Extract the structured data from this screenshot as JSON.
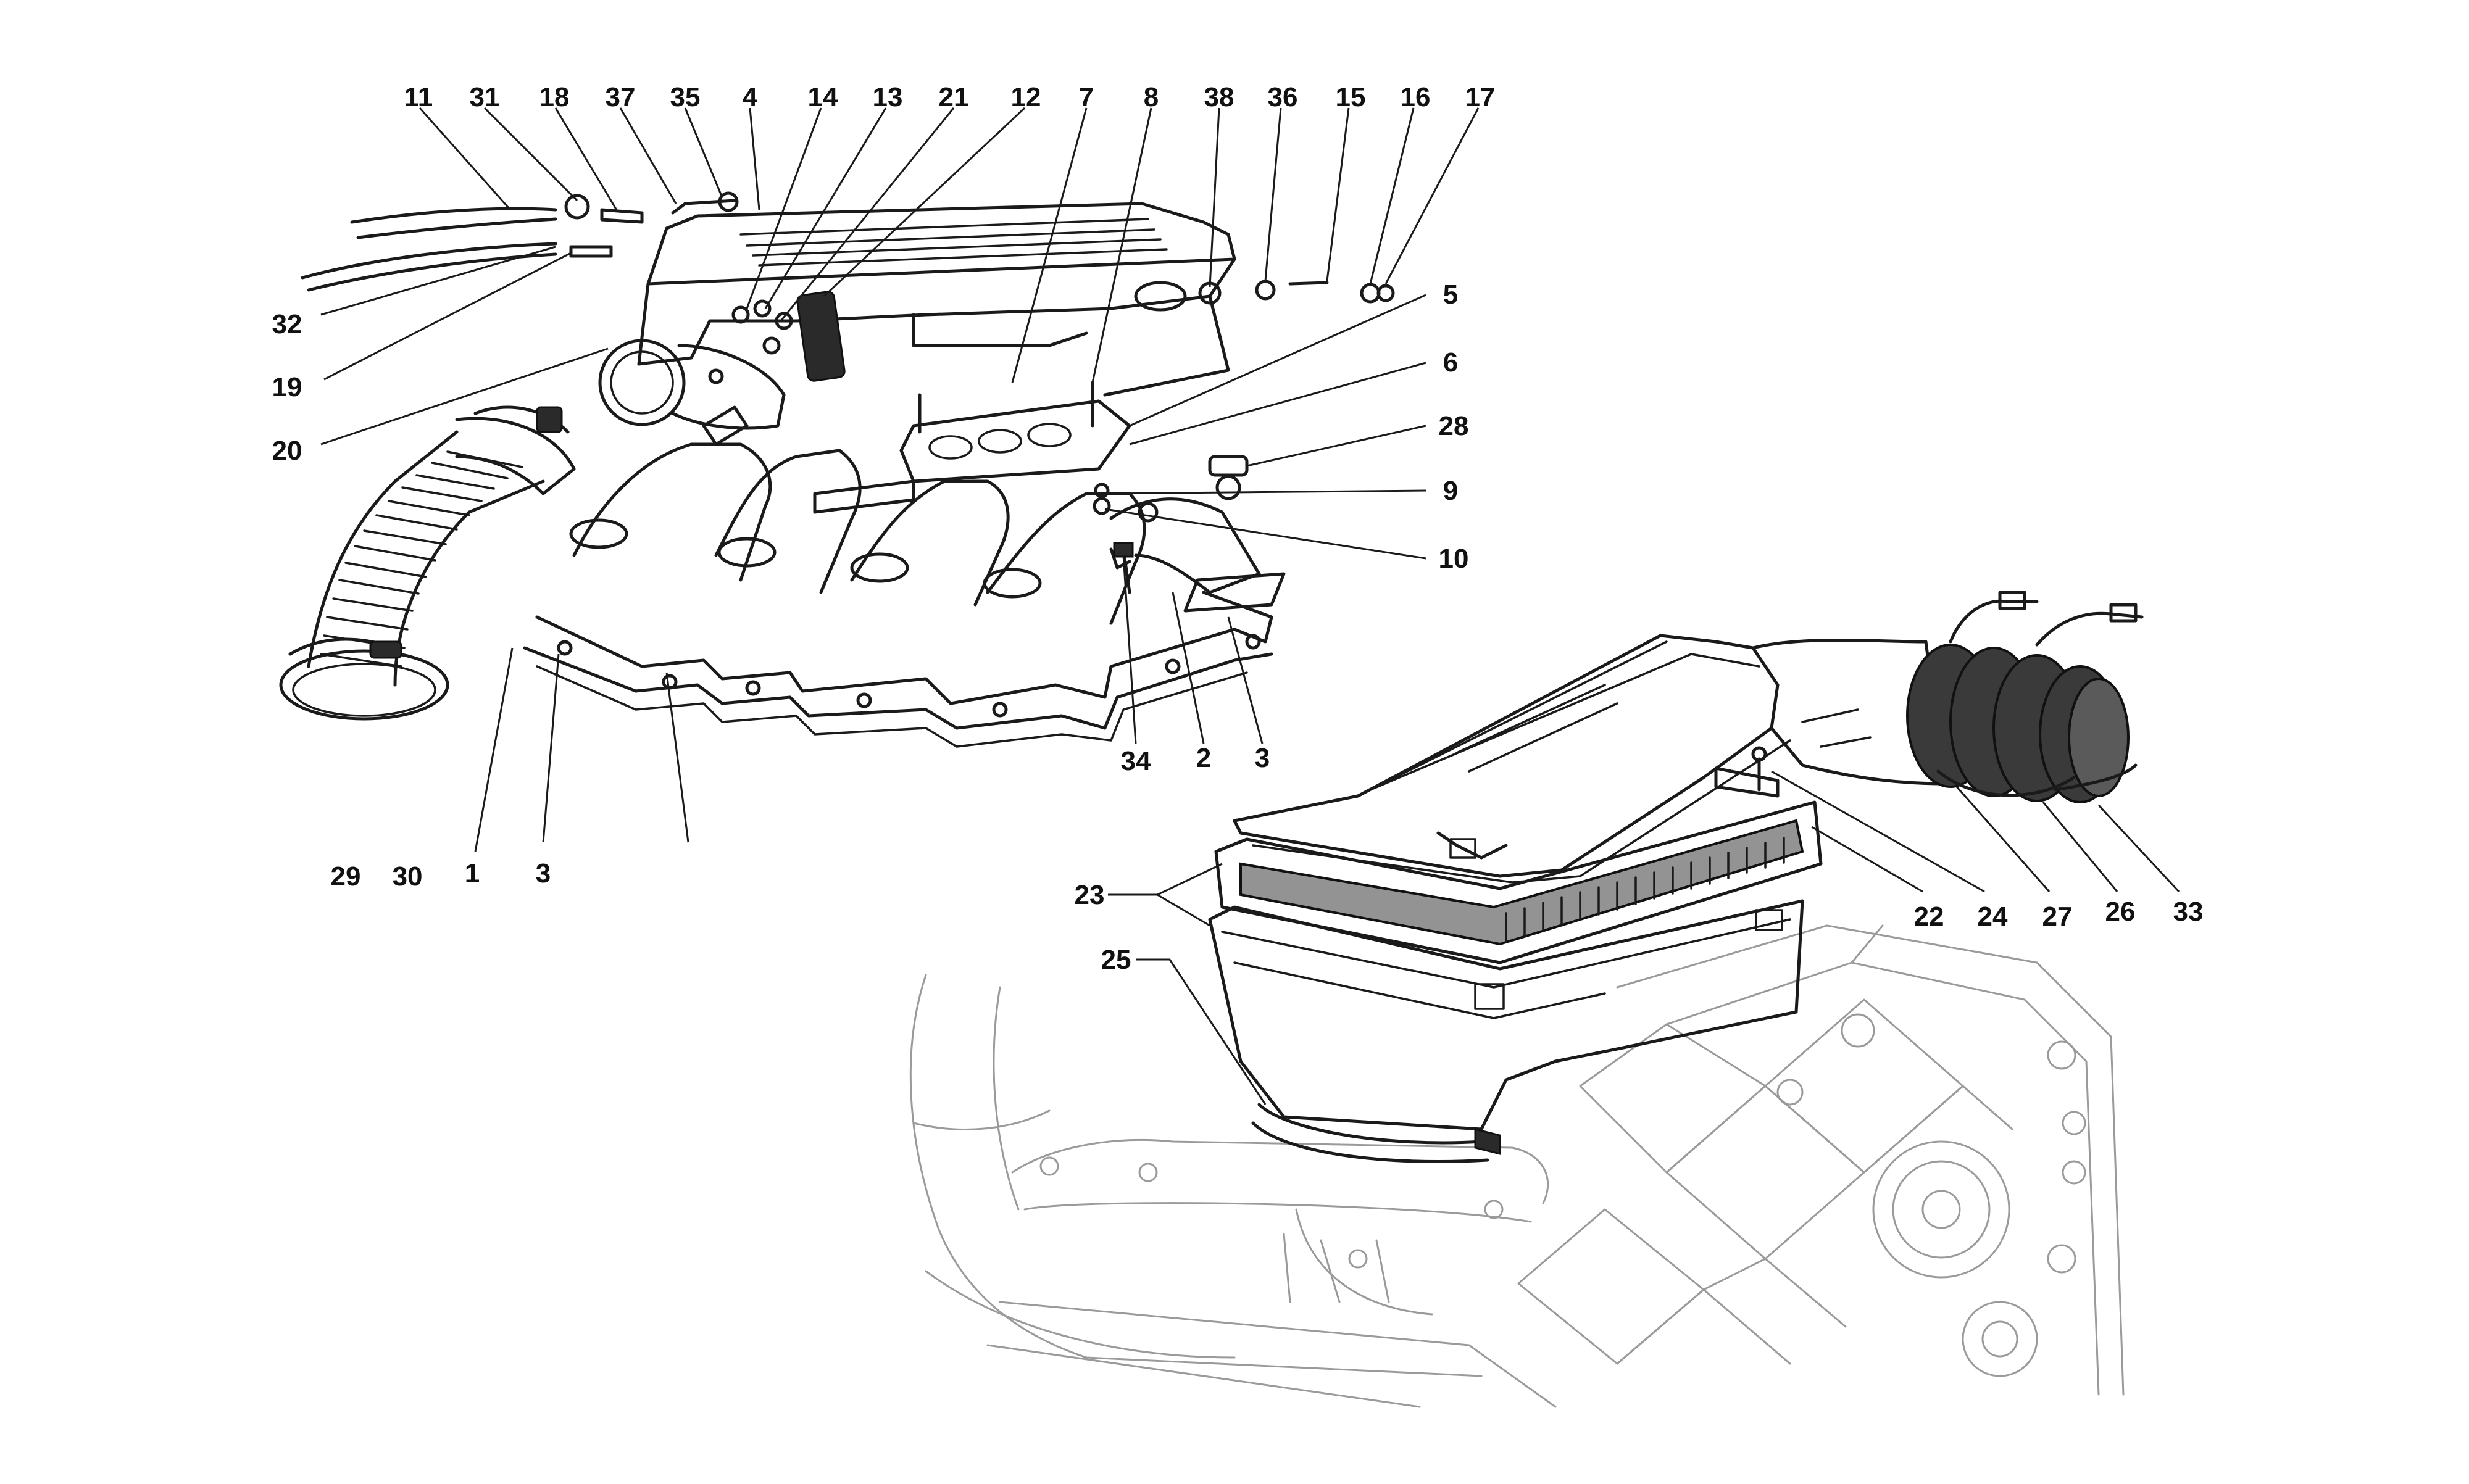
{
  "diagram": {
    "callouts": [
      {
        "id": "c11",
        "text": "11"
      },
      {
        "id": "c31",
        "text": "31"
      },
      {
        "id": "c18",
        "text": "18"
      },
      {
        "id": "c37",
        "text": "37"
      },
      {
        "id": "c35",
        "text": "35"
      },
      {
        "id": "c4",
        "text": "4"
      },
      {
        "id": "c14",
        "text": "14"
      },
      {
        "id": "c13",
        "text": "13"
      },
      {
        "id": "c21",
        "text": "21"
      },
      {
        "id": "c12",
        "text": "12"
      },
      {
        "id": "c7",
        "text": "7"
      },
      {
        "id": "c8",
        "text": "8"
      },
      {
        "id": "c38",
        "text": "38"
      },
      {
        "id": "c36",
        "text": "36"
      },
      {
        "id": "c15",
        "text": "15"
      },
      {
        "id": "c16",
        "text": "16"
      },
      {
        "id": "c17",
        "text": "17"
      },
      {
        "id": "c32",
        "text": "32"
      },
      {
        "id": "c19",
        "text": "19"
      },
      {
        "id": "c20",
        "text": "20"
      },
      {
        "id": "c5",
        "text": "5"
      },
      {
        "id": "c6",
        "text": "6"
      },
      {
        "id": "c28",
        "text": "28"
      },
      {
        "id": "c9",
        "text": "9"
      },
      {
        "id": "c10",
        "text": "10"
      },
      {
        "id": "c34",
        "text": "34"
      },
      {
        "id": "c2",
        "text": "2"
      },
      {
        "id": "c3a",
        "text": "3"
      },
      {
        "id": "c3b",
        "text": "3"
      },
      {
        "id": "c29",
        "text": "29"
      },
      {
        "id": "c30",
        "text": "30"
      },
      {
        "id": "c1",
        "text": "1"
      },
      {
        "id": "c23",
        "text": "23"
      },
      {
        "id": "c25",
        "text": "25"
      },
      {
        "id": "c22",
        "text": "22"
      },
      {
        "id": "c24",
        "text": "24"
      },
      {
        "id": "c27",
        "text": "27"
      },
      {
        "id": "c26",
        "text": "26"
      },
      {
        "id": "c33",
        "text": "33"
      }
    ]
  }
}
